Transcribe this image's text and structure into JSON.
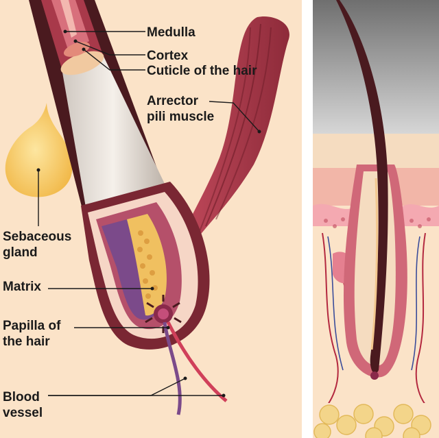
{
  "labels": {
    "medulla": "Medulla",
    "cortex": "Cortex",
    "cuticle": "Cuticle of the hair",
    "arrector_1": "Arrector",
    "arrector_2": "pili muscle",
    "sebaceous_1": "Sebaceous",
    "sebaceous_2": "gland",
    "matrix": "Matrix",
    "papilla_1": "Papilla of",
    "papilla_2": "the hair",
    "blood_1": "Blood",
    "blood_2": "vessel"
  },
  "colors": {
    "left_bg": "#fbe3c8",
    "hair_dark": "#4a1a1f",
    "muscle": "#a8394a",
    "gland": "#f6c65a",
    "bulb_outer": "#8e2f3c",
    "matrix": "#f0c060",
    "skin_pink": "#f4a9b1",
    "sky_gray": "#8c8c8c",
    "fat": "#f3d58a"
  }
}
